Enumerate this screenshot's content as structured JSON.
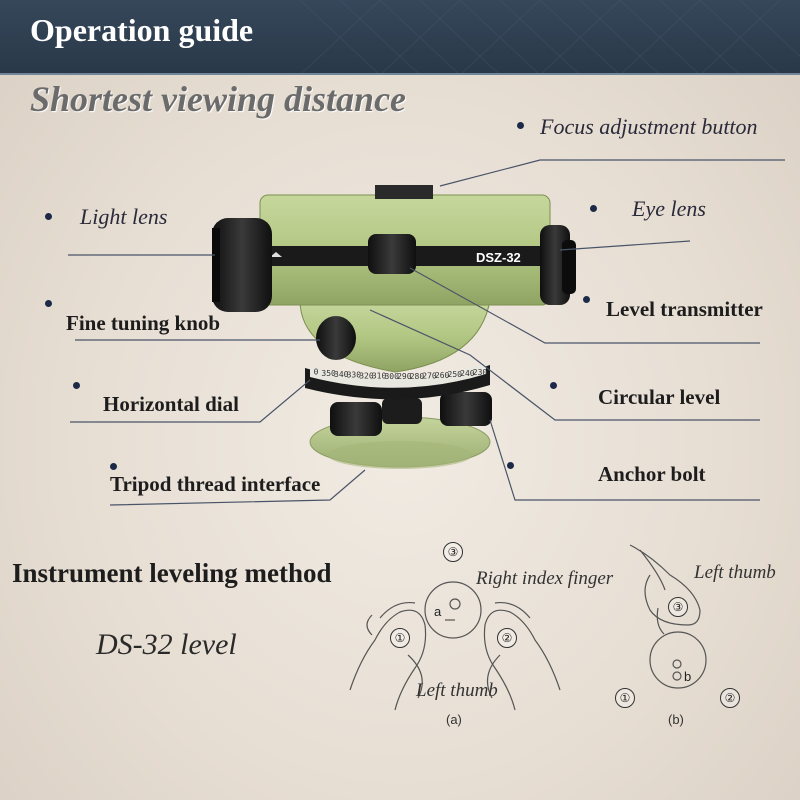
{
  "banner": {
    "title": "Operation guide"
  },
  "subtitle": "Shortest viewing distance",
  "instrument": {
    "model_label": "DSZ-32",
    "dial_ticks": [
      "0",
      "350",
      "340",
      "330",
      "320",
      "310",
      "300",
      "290",
      "280",
      "270",
      "260",
      "250",
      "240",
      "230"
    ]
  },
  "labels": {
    "focus_adjustment_button": "Focus adjustment button",
    "light_lens": "Light lens",
    "eye_lens": "Eye lens",
    "fine_tuning_knob": "Fine tuning knob",
    "level_transmitter": "Level transmitter",
    "horizontal_dial": "Horizontal dial",
    "circular_level": "Circular level",
    "tripod_thread_interface": "Tripod thread interface",
    "anchor_bolt": "Anchor bolt"
  },
  "leveling": {
    "title": "Instrument leveling method",
    "model": "DS-32 level",
    "right_index_finger": "Right index finger",
    "left_thumb_a": "Left thumb",
    "left_thumb_b": "Left thumb",
    "fig_a": "(a)",
    "fig_b": "(b)",
    "bubble_a": "a",
    "bubble_b": "b",
    "screws": {
      "one": "①",
      "two": "②",
      "three": "③"
    }
  },
  "colors": {
    "banner": "#2f4052",
    "body": "#b4c985",
    "knob": "#1a1a1a",
    "dot": "#1c2a48"
  }
}
